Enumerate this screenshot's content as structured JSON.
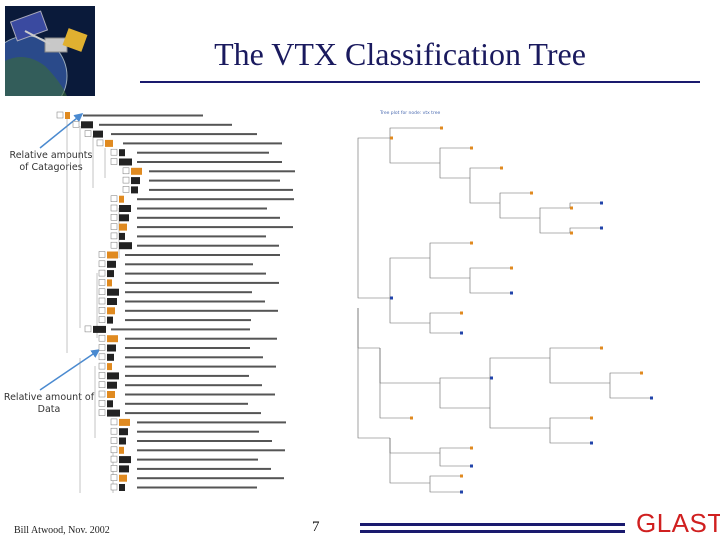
{
  "slide": {
    "title": "The VTX Classification Tree",
    "callout_categories": "Relative amounts of Catagories",
    "callout_data": "Relative amount of Data",
    "author": "Bill Atwood, Nov. 2002",
    "page_number": "7",
    "brand": "GLAST",
    "diagram_caption": "Tree plot for node: vtx tree",
    "colors": {
      "title": "#1a1a5e",
      "rule": "#1a1a6e",
      "brand": "#d02020",
      "arrow": "#4a8ad0"
    }
  }
}
